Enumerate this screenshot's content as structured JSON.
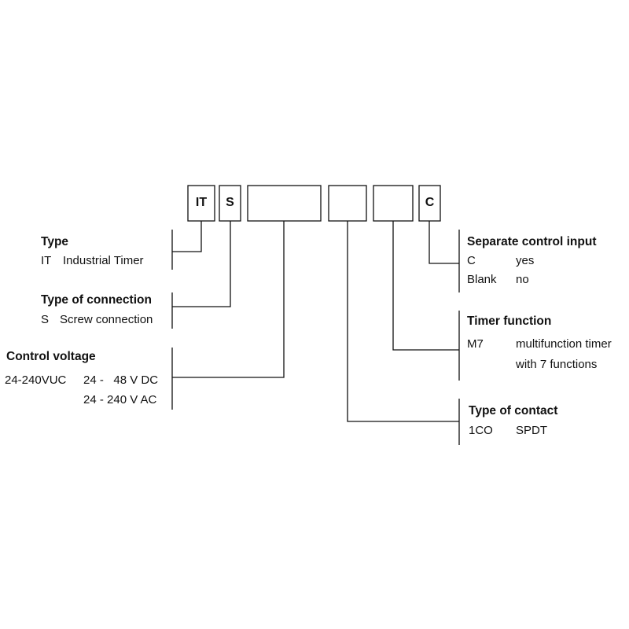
{
  "code_boxes": [
    {
      "text": "IT"
    },
    {
      "text": "S"
    },
    {
      "text": ""
    },
    {
      "text": ""
    },
    {
      "text": ""
    },
    {
      "text": "C"
    }
  ],
  "groups": {
    "type": {
      "title": "Type",
      "rows": [
        [
          "IT",
          "Industrial Timer"
        ]
      ]
    },
    "connection": {
      "title": "Type of connection",
      "rows": [
        [
          "S",
          "Screw connection"
        ]
      ]
    },
    "voltage": {
      "title": "Control voltage",
      "code": "24-240VUC",
      "line1": "24 -   48 V DC",
      "line2": "24 - 240 V AC"
    },
    "control_input": {
      "title": "Separate control input",
      "rows": [
        [
          "C",
          "yes"
        ],
        [
          "Blank",
          "no"
        ]
      ]
    },
    "timer_function": {
      "title": "Timer function",
      "code": "M7",
      "line1": "multifunction timer",
      "line2": "with 7 functions"
    },
    "contact": {
      "title": "Type of contact",
      "rows": [
        [
          "1CO",
          "SPDT"
        ]
      ]
    }
  },
  "colors": {
    "line": "#111111",
    "text": "#111111",
    "background": "#ffffff"
  }
}
